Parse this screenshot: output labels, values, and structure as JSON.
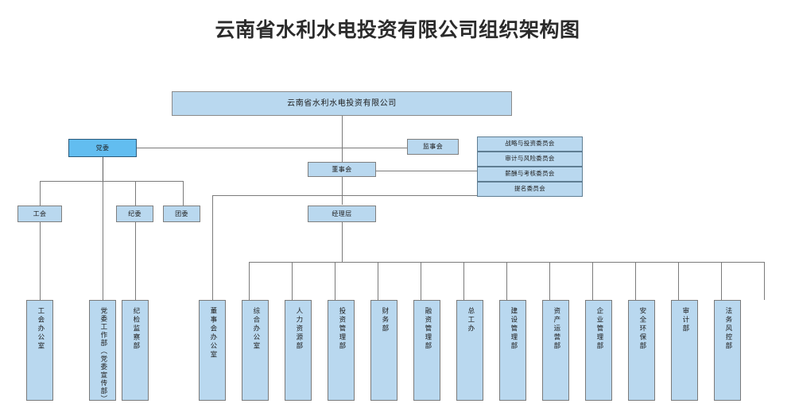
{
  "chart_data": {
    "type": "diagram",
    "title": "云南省水利水电投资有限公司组织架构图",
    "root": "云南省水利水电投资有限公司",
    "nodes": [
      {
        "id": "company",
        "label": "云南省水利水电投资有限公司",
        "level": 0
      },
      {
        "id": "party",
        "label": "党委",
        "level": 1
      },
      {
        "id": "board",
        "label": "董事会",
        "level": 1
      },
      {
        "id": "supervis",
        "label": "监事会",
        "level": 1
      },
      {
        "id": "mgmt",
        "label": "经理层",
        "level": 2
      },
      {
        "id": "union",
        "label": "工会",
        "level": 2
      },
      {
        "id": "discip",
        "label": "纪委",
        "level": 2
      },
      {
        "id": "youth",
        "label": "团委",
        "level": 2
      }
    ],
    "committees": [
      "战略与投资委员会",
      "审计与风险委员会",
      "薪酬与考核委员会",
      "提名委员会"
    ],
    "party_departments": [
      "工会办公室",
      "党委工作部（党委宣传部）",
      "纪检监察部"
    ],
    "management_departments": [
      "董事会办公室",
      "综合办公室",
      "人力资源部",
      "投资管理部",
      "财务部",
      "融资管理部",
      "总工办",
      "建设管理部",
      "资产运营部",
      "企业管理部",
      "安全环保部",
      "审计部",
      "法务风控部"
    ],
    "colors": {
      "box_fill": "#b9d8ef",
      "accent_fill": "#62bdf0",
      "border": "#7f7f7f",
      "connector": "#7b7b7b",
      "text": "#1d1d1d",
      "title": "#2b2b2b",
      "background": "#ffffff"
    }
  }
}
